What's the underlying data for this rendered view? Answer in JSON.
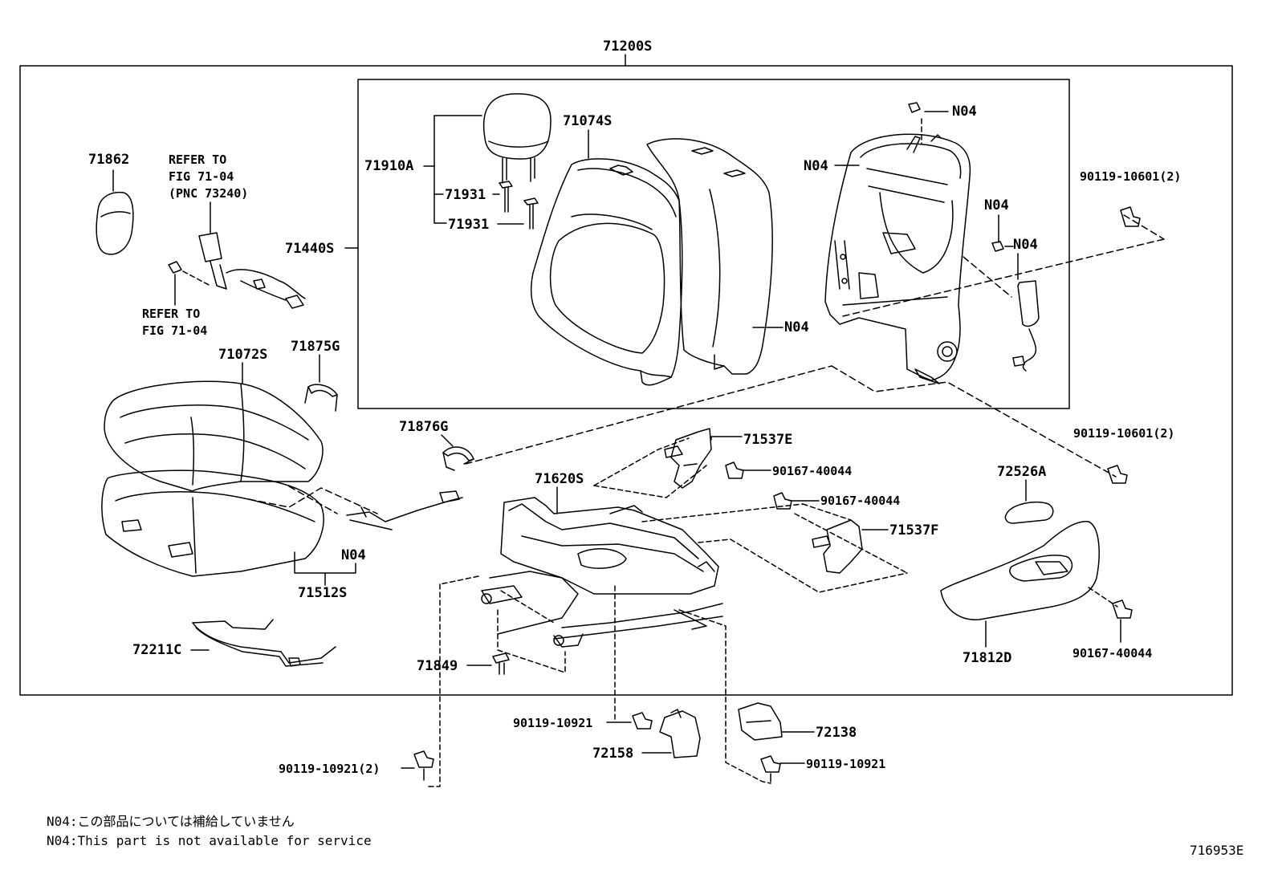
{
  "assembly": {
    "code": "71200S"
  },
  "figure_id": "716953E",
  "refer_notes": [
    {
      "text": "REFER TO\nFIG 71-04\n(PNC 73240)"
    },
    {
      "text": "REFER TO\nFIG 71-04"
    }
  ],
  "part_labels": [
    {
      "code": "71910A"
    },
    {
      "code": "71931"
    },
    {
      "code": "71931"
    },
    {
      "code": "71074S"
    },
    {
      "code": "71440S"
    },
    {
      "code": "71862"
    },
    {
      "code": "N04"
    },
    {
      "code": "N04"
    },
    {
      "code": "N04"
    },
    {
      "code": "N04"
    },
    {
      "code": "N04"
    },
    {
      "code": "90119-10601(2)"
    },
    {
      "code": "90119-10601(2)"
    },
    {
      "code": "71072S"
    },
    {
      "code": "71875G"
    },
    {
      "code": "71876G"
    },
    {
      "code": "71537E"
    },
    {
      "code": "90167-40044"
    },
    {
      "code": "90167-40044"
    },
    {
      "code": "71537F"
    },
    {
      "code": "71620S"
    },
    {
      "code": "72526A"
    },
    {
      "code": "N04"
    },
    {
      "code": "71512S"
    },
    {
      "code": "72211C"
    },
    {
      "code": "71849"
    },
    {
      "code": "71812D"
    },
    {
      "code": "90167-40044"
    },
    {
      "code": "90119-10921"
    },
    {
      "code": "72158"
    },
    {
      "code": "72138"
    },
    {
      "code": "90119-10921(2)"
    },
    {
      "code": "90119-10921"
    }
  ],
  "footnotes": [
    {
      "text": "N04:この部品については補給していません"
    },
    {
      "text": "N04:This part is not available for service"
    }
  ]
}
